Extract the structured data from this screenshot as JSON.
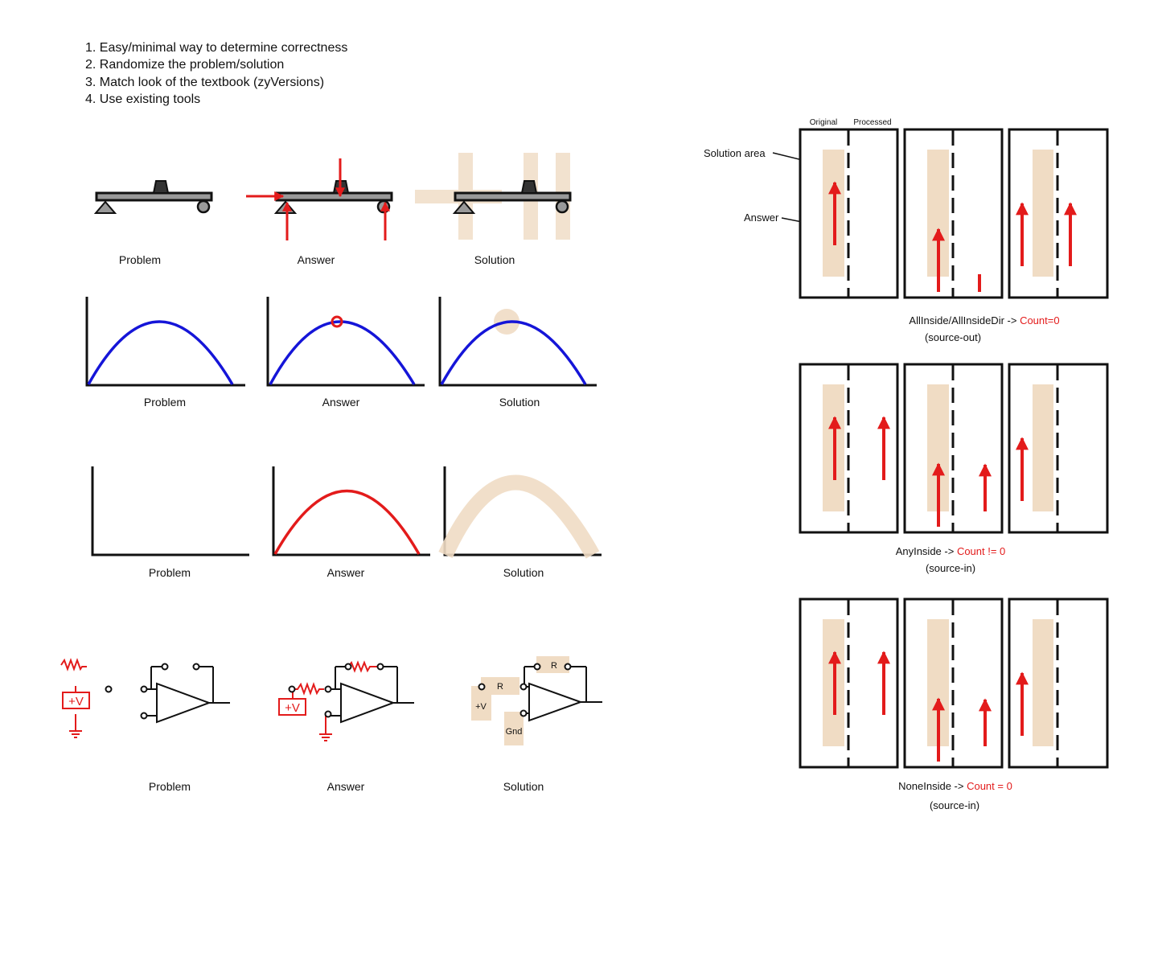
{
  "requirements": [
    "1. Easy/minimal way to determine correctness",
    "2. Randomize the problem/solution",
    "3. Match look of the textbook (zyVersions)",
    "4. Use existing tools"
  ],
  "examples": {
    "beam": {
      "labels": [
        "Problem",
        "Answer",
        "Solution"
      ]
    },
    "curve_point": {
      "labels": [
        "Problem",
        "Answer",
        "Solution"
      ]
    },
    "curve_draw": {
      "labels": [
        "Problem",
        "Answer",
        "Solution"
      ]
    },
    "circuit": {
      "labels": [
        "Problem",
        "Answer",
        "Solution"
      ],
      "voltage_label": "+V",
      "solution_regions": {
        "resistor": "R",
        "voltage": "+V",
        "ground": "Gnd",
        "feedback": "R"
      }
    }
  },
  "legend": {
    "column_original": "Original",
    "column_processed": "Processed",
    "callout_solution_area": "Solution area",
    "callout_answer": "Answer"
  },
  "modes": [
    {
      "rule": "AllInside/AllInsideDir -> ",
      "result": "Count=0",
      "composite": "(source-out)"
    },
    {
      "rule": "AnyInside -> ",
      "result": "Count != 0",
      "composite": "(source-in)"
    },
    {
      "rule": "NoneInside -> ",
      "result": "Count = 0",
      "composite": "(source-in)"
    }
  ],
  "colors": {
    "answer": "#e31b1b",
    "solution_area": "#f0dcc4",
    "curve": "#1515d8",
    "ink": "#111111"
  }
}
